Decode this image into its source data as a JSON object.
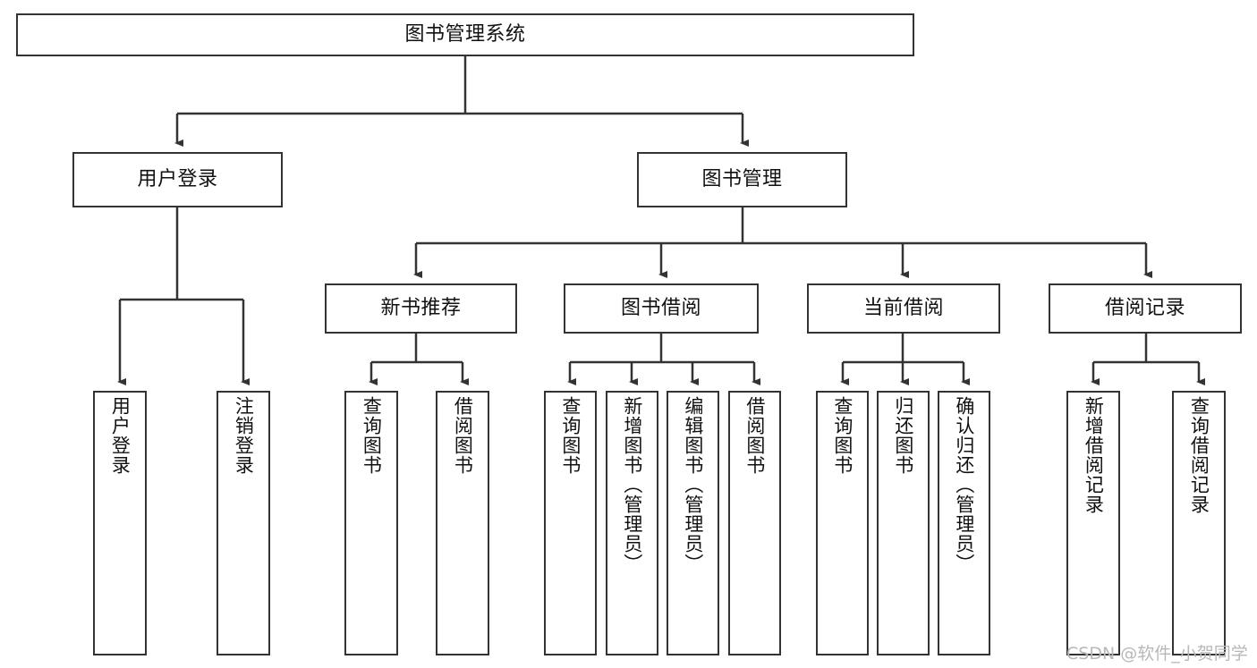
{
  "diagram": {
    "type": "tree-hierarchy",
    "title": "图书管理系统",
    "watermark": "CSDN @软件_小贺同学",
    "colors": {
      "stroke": "#333333",
      "box_fill": "#ffffff",
      "text": "#111111",
      "watermark": "#b8b8b8",
      "background": "#ffffff"
    },
    "nodes": {
      "root": {
        "label": "图书管理系统"
      },
      "level1": [
        {
          "label": "用户登录"
        },
        {
          "label": "图书管理"
        }
      ],
      "level2": [
        {
          "label": "新书推荐"
        },
        {
          "label": "图书借阅"
        },
        {
          "label": "当前借阅"
        },
        {
          "label": "借阅记录"
        }
      ],
      "leaves_user_login": [
        {
          "label": "用户登录"
        },
        {
          "label": "注销登录"
        }
      ],
      "leaves_new_book": [
        {
          "label": "查询图书"
        },
        {
          "label": "借阅图书"
        }
      ],
      "leaves_borrow": [
        {
          "label": "查询图书"
        },
        {
          "label": "新增图书（管理员）"
        },
        {
          "label": "编辑图书（管理员）"
        },
        {
          "label": "借阅图书"
        }
      ],
      "leaves_current": [
        {
          "label": "查询图书"
        },
        {
          "label": "归还图书"
        },
        {
          "label": "确认归还（管理员）"
        }
      ],
      "leaves_records": [
        {
          "label": "新增借阅记录"
        },
        {
          "label": "查询借阅记录"
        }
      ]
    }
  }
}
